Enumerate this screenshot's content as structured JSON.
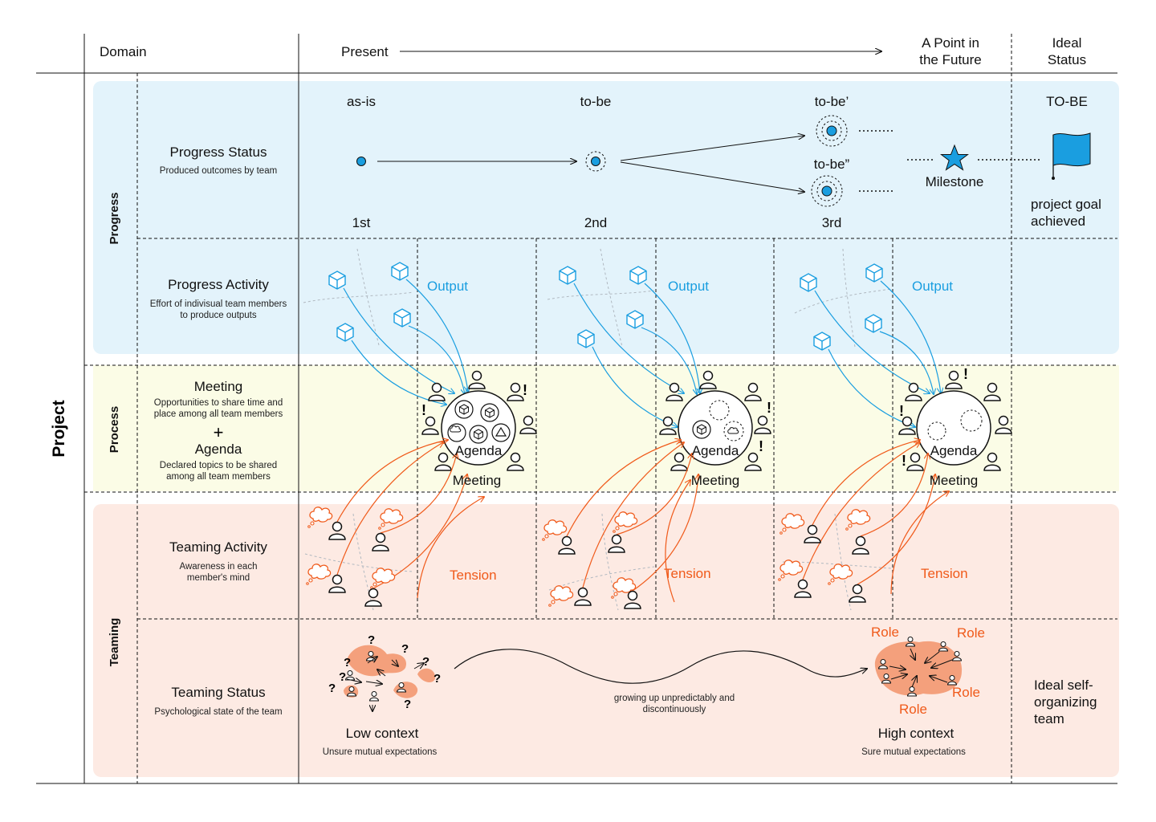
{
  "header": {
    "domain": "Domain",
    "present": "Present",
    "future_line1": "A Point in",
    "future_line2": "the Future",
    "ideal_line1": "Ideal",
    "ideal_line2": "Status"
  },
  "side": {
    "project": "Project",
    "progress": "Progress",
    "process": "Process",
    "teaming": "Teaming"
  },
  "rows": {
    "progress_status": {
      "title": "Progress Status",
      "desc": "Produced outcomes by team"
    },
    "progress_activity": {
      "title": "Progress Activity",
      "desc1": "Effort of indivisual team members",
      "desc2": "to produce outputs"
    },
    "meeting": {
      "title": "Meeting",
      "desc1": "Opportunities to share time and",
      "desc2": "place among all team members",
      "plus": "+"
    },
    "agenda": {
      "title": "Agenda",
      "desc1": "Declared topics to be shared",
      "desc2": "among all team members"
    },
    "teaming_activity": {
      "title": "Teaming Activity",
      "desc1": "Awareness in each",
      "desc2": "member's mind"
    },
    "teaming_status": {
      "title": "Teaming Status",
      "desc": "Psychological state of the team"
    }
  },
  "progress_status": {
    "as_is": "as-is",
    "to_be": "to-be",
    "to_be_prime": "to-be’",
    "to_be_dprime": "to-be”",
    "TO_BE": "TO-BE",
    "milestone": "Milestone",
    "goal_line1": "project goal",
    "goal_line2": "achieved",
    "step1": "1st",
    "step2": "2nd",
    "step3": "3rd"
  },
  "activity": {
    "output": "Output",
    "tension": "Tension"
  },
  "meeting_labels": {
    "agenda": "Agenda",
    "meeting": "Meeting",
    "exclaim": "!"
  },
  "teaming_status": {
    "low_title": "Low context",
    "low_desc": "Unsure mutual expectations",
    "growth1": "growing up unpredictably and",
    "growth2": "discontinuously",
    "high_title": "High context",
    "high_desc": "Sure mutual expectations",
    "role": "Role",
    "question": "?",
    "ideal1": "Ideal self-",
    "ideal2": "organizing",
    "ideal3": "team"
  },
  "colors": {
    "blue_band": "#e3f3fb",
    "yellow_band": "#fbfce6",
    "pink_band": "#fdeae3",
    "blue_accent": "#1a9ee0",
    "orange_accent": "#f05a1a",
    "blob": "#f4a07c"
  },
  "icons": [
    "cube-icon",
    "person-icon",
    "thought-cloud-icon",
    "star-icon",
    "flag-icon",
    "target-dot-icon"
  ]
}
